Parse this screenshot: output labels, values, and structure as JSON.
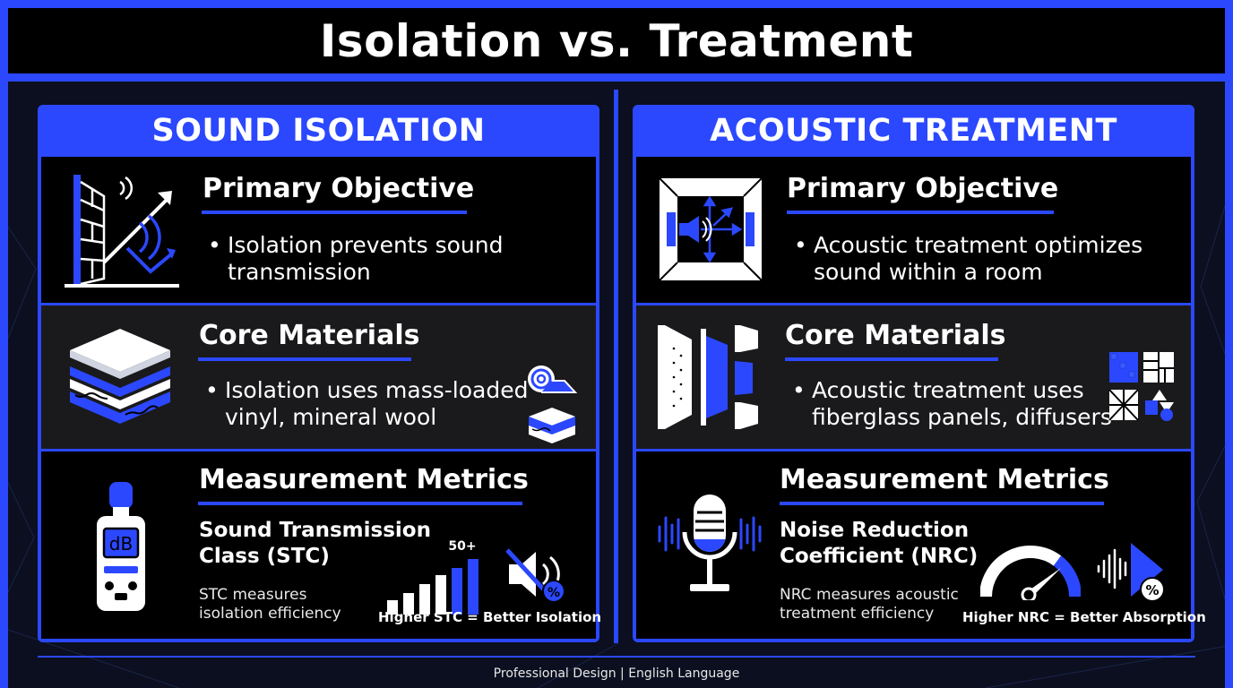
{
  "title": "Isolation vs. Treatment",
  "left": {
    "heading": "SOUND ISOLATION",
    "objective": {
      "title": "Primary Objective",
      "bullet_line1": "Isolation prevents sound",
      "bullet_line2": "transmission"
    },
    "materials": {
      "title": "Core Materials",
      "bullet_line1": "Isolation uses mass-loaded",
      "bullet_line2": "vinyl, mineral wool"
    },
    "metrics": {
      "title": "Measurement Metrics",
      "name_line1": "Sound Transmission",
      "name_line2": "Class (STC)",
      "desc_line1": "STC measures",
      "desc_line2": "isolation efficiency",
      "meter_label": "dB",
      "bar_label": "50+",
      "caption": "Higher STC = Better Isolation",
      "percent_symbol": "%"
    }
  },
  "right": {
    "heading": "ACOUSTIC TREATMENT",
    "objective": {
      "title": "Primary Objective",
      "bullet_line1": "Acoustic treatment optimizes",
      "bullet_line2": "sound within a room"
    },
    "materials": {
      "title": "Core Materials",
      "bullet_line1": "Acoustic treatment uses",
      "bullet_line2": "fiberglass panels, diffusers"
    },
    "metrics": {
      "title": "Measurement Metrics",
      "name_line1": "Noise Reduction",
      "name_line2": "Coefficient (NRC)",
      "desc_line1": "NRC measures acoustic",
      "desc_line2": "treatment efficiency",
      "caption": "Higher NRC = Better Absorption",
      "percent_symbol": "%"
    }
  },
  "footer": "Professional Design | English Language",
  "colors": {
    "accent": "#2b48ff",
    "background": "#0b0f1f",
    "section": "#000000",
    "section_alt": "#1a1a1c"
  },
  "icons": [
    "brick-wall-sound-icon",
    "room-reflection-icon",
    "material-layers-icon",
    "roll-icon",
    "foam-icon",
    "absorber-panels-icon",
    "pattern-tiles-icon",
    "sound-meter-icon",
    "bar-graph-icon",
    "muted-speaker-icon",
    "microphone-icon",
    "gauge-icon",
    "waveform-percent-icon"
  ]
}
